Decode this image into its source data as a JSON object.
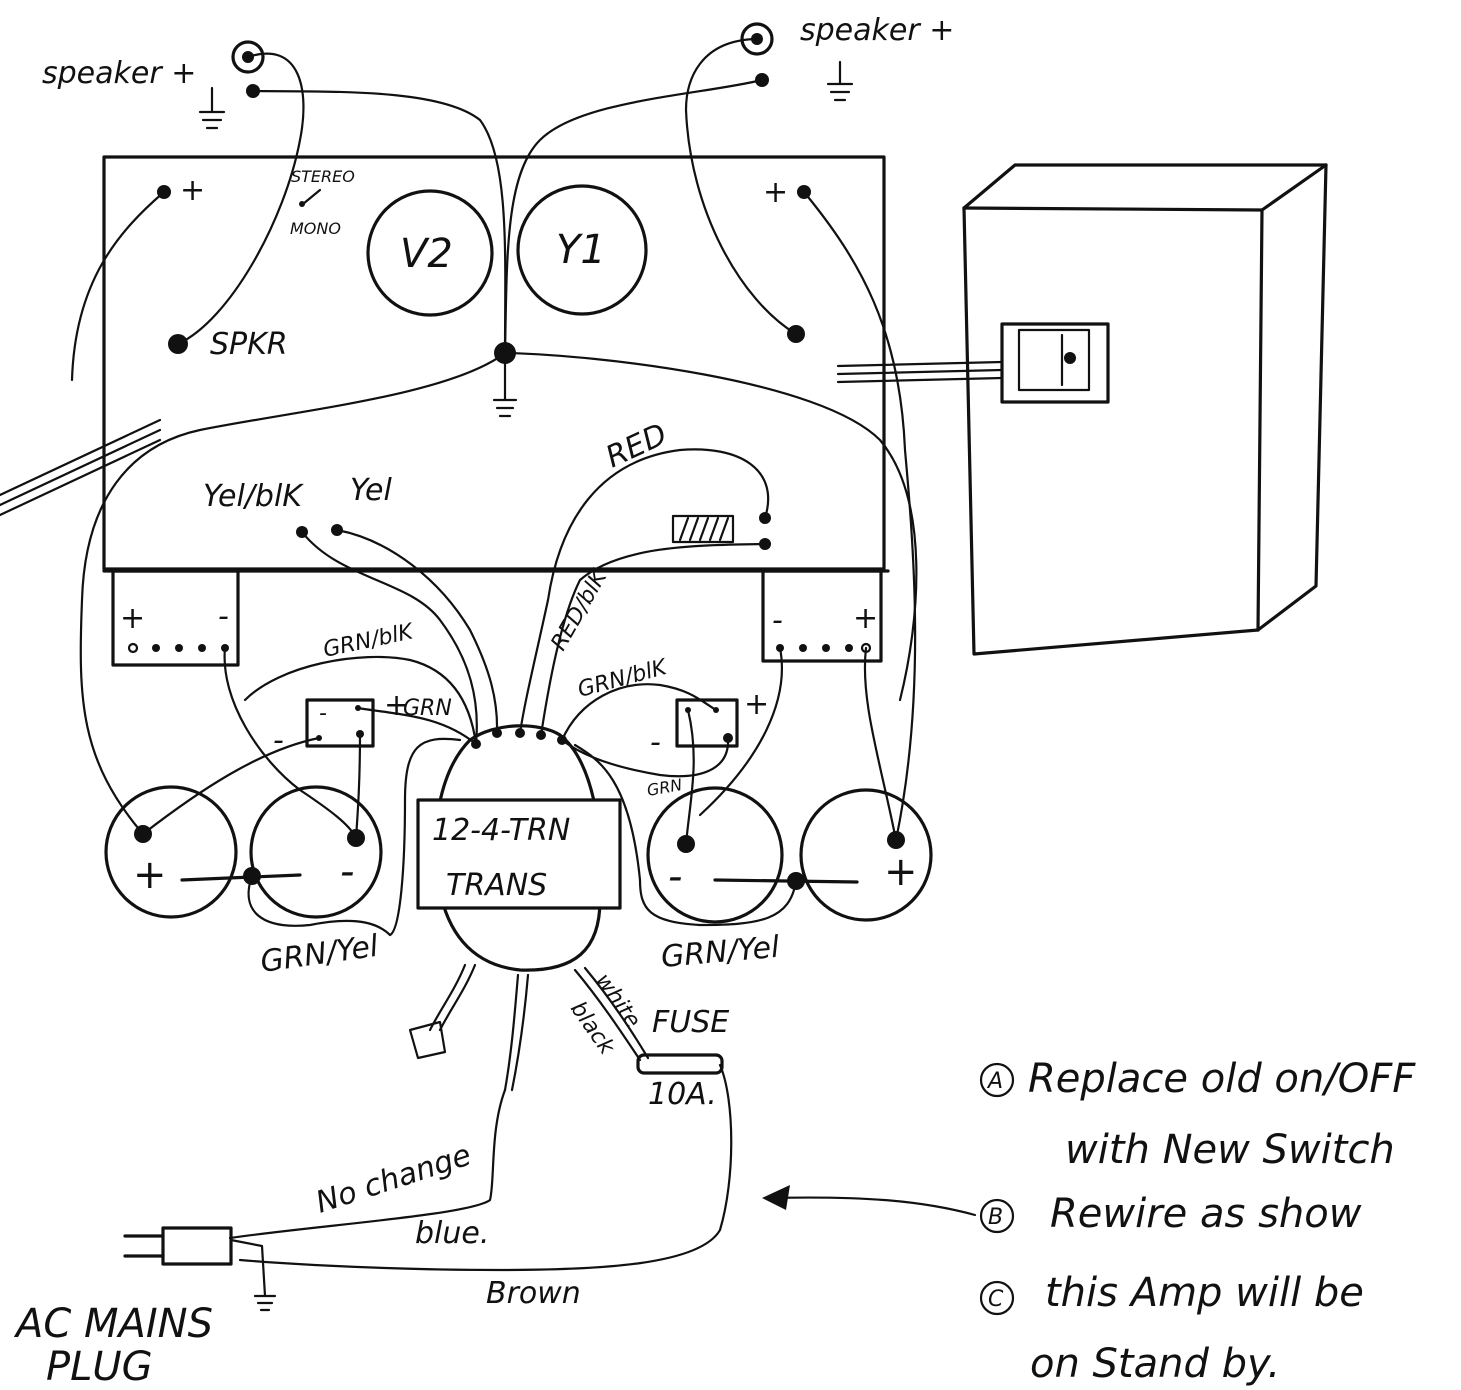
{
  "labels": {
    "speaker_left": "speaker +",
    "speaker_right": "speaker +",
    "stereo": "STEREO",
    "mono": "MONO",
    "v2": "V2",
    "v1": "Y1",
    "spkr": "SPKR",
    "red": "RED",
    "yel_blk": "Yel/blK",
    "yel": "Yel",
    "red_blk": "RED/blK",
    "grn_blk_left": "GRN/blK",
    "grn_blk_right": "GRN/blK",
    "grn_left": "GRN",
    "grn_right": "GRN",
    "grn_yel_left": "GRN/Yel",
    "grn_yel_right": "GRN/Yel",
    "transformer_model": "12-4-TRN",
    "transformer_name": "TRANS",
    "white": "white",
    "black": "black",
    "fuse": "FUSE",
    "fuse_rating": "10A.",
    "no_change": "No change",
    "blue": "blue.",
    "brown": "Brown",
    "ac_mains": "AC MAINS",
    "plug": "PLUG",
    "plus": "+",
    "minus": "-"
  },
  "notes": [
    "A",
    "Replace old on/OFF",
    "with New Switch",
    "B",
    "Rewire as show",
    "C",
    "this Amp will be",
    "on Stand by."
  ]
}
